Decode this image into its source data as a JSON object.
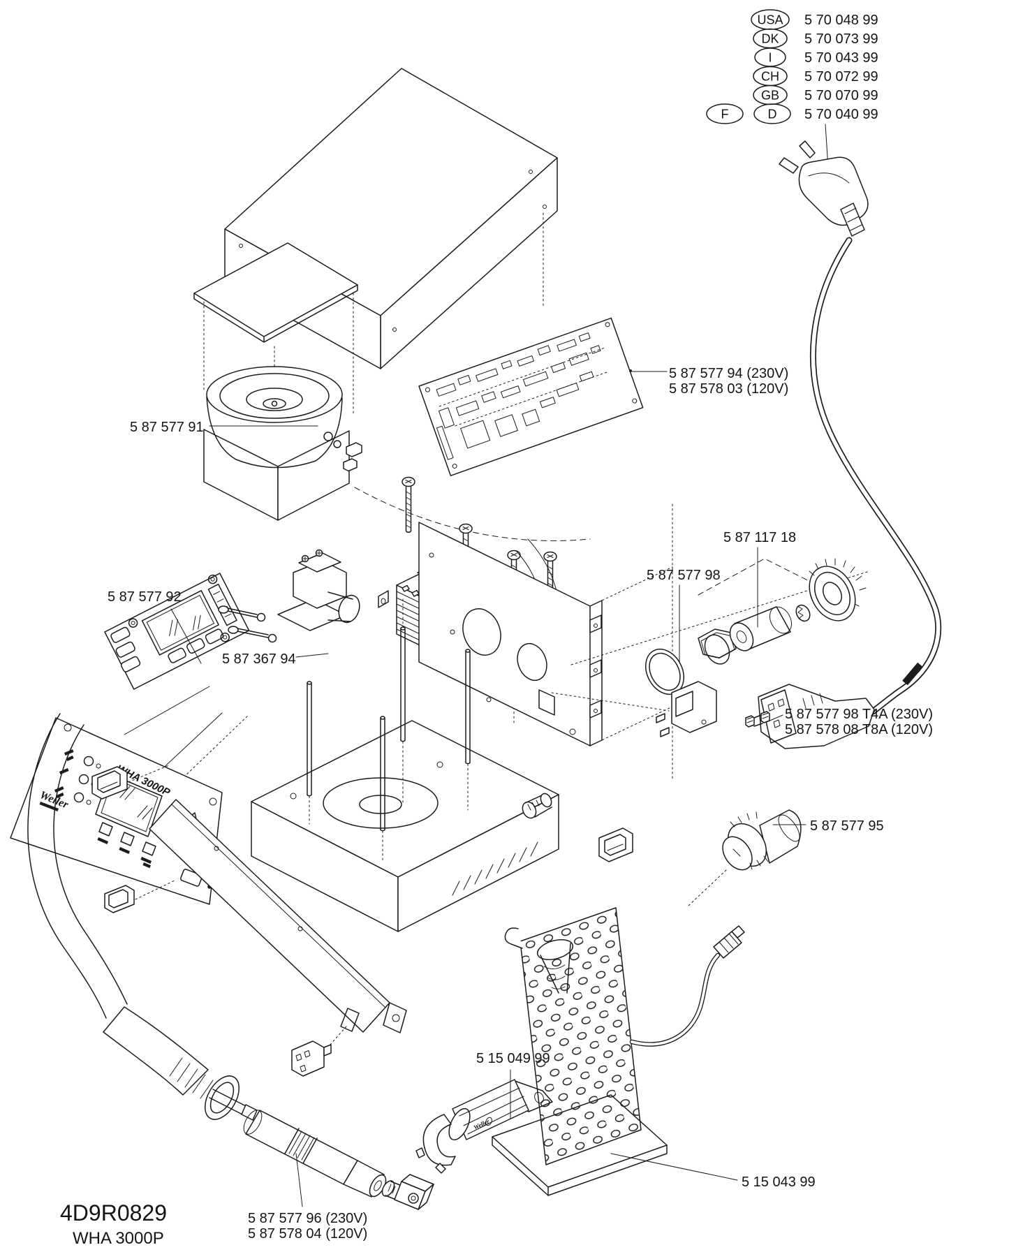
{
  "document": {
    "drawing_number": "4D9R0829",
    "model": "WHA 3000P",
    "background_color": "#ffffff",
    "line_color": "#1c1c1c"
  },
  "power_cord_table": {
    "rows": [
      {
        "countries": [
          "USA"
        ],
        "part_number": "5 70 048 99"
      },
      {
        "countries": [
          "DK"
        ],
        "part_number": "5 70 073 99"
      },
      {
        "countries": [
          "I"
        ],
        "part_number": "5 70 043 99"
      },
      {
        "countries": [
          "CH"
        ],
        "part_number": "5 70 072 99"
      },
      {
        "countries": [
          "GB"
        ],
        "part_number": "5 70 070 99"
      },
      {
        "countries": [
          "F",
          "D"
        ],
        "part_number": "5 70 040 99"
      }
    ]
  },
  "part_labels": {
    "main_pcb": {
      "line1": "5 87 577 94 (230V)",
      "line2": "5 87 578 03 (120V)"
    },
    "blower": {
      "label": "5 87 577 91"
    },
    "heater_socket": {
      "label": "5 87 117 18"
    },
    "rear_panel": {
      "label": "5 87 577 98"
    },
    "display_pcb": {
      "label": "5 87 577 92"
    },
    "pump_valve": {
      "label": "5 87 367 94"
    },
    "fuse": {
      "line1": "5 87 577 98 T4A (230V)",
      "line2": "5 87 578 08 T8A (120V)"
    },
    "din_connector": {
      "label": "5 87 577 95"
    },
    "nozzle_tool": {
      "label": "5 15 049 99"
    },
    "safety_rest": {
      "label": "5 15 043 99"
    },
    "hot_air_iron": {
      "line1": "5 87 577 96 (230V)",
      "line2": "5 87 578 04 (120V)"
    }
  },
  "front_panel": {
    "brand": "Weller",
    "model": "WHA 3000P"
  },
  "nozzle_tool": {
    "brand": "Weller"
  }
}
